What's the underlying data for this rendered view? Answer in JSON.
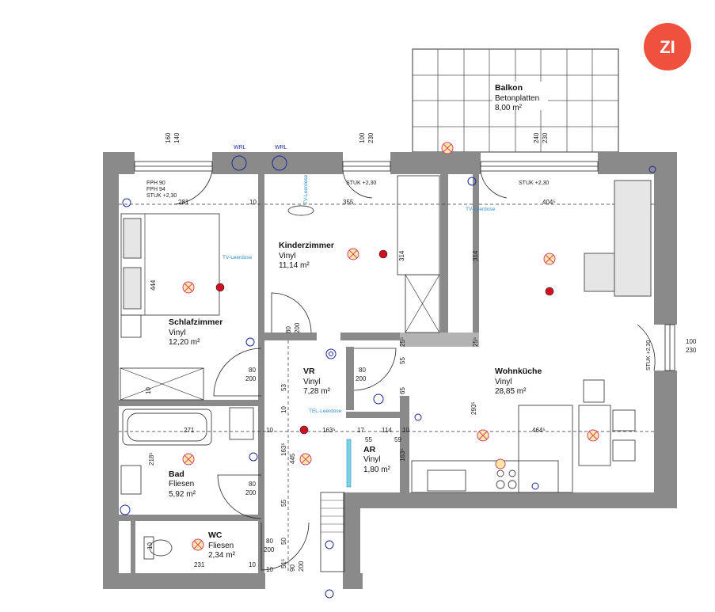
{
  "logo": {
    "text": "ZI",
    "color": "#f0513f"
  },
  "rooms": {
    "balkon": {
      "name": "Balkon",
      "material": "Betonplatten",
      "area": "8,00 m²"
    },
    "kinderzimmer": {
      "name": "Kinderzimmer",
      "material": "Vinyl",
      "area": "11,14 m²"
    },
    "schlafzimmer": {
      "name": "Schlafzimmer",
      "material": "Vinyl",
      "area": "12,20 m²"
    },
    "vr": {
      "name": "VR",
      "material": "Vinyl",
      "area": "7,28 m²"
    },
    "wohnkueche": {
      "name": "Wohnküche",
      "material": "Vinyl",
      "area": "28,85 m²"
    },
    "ar": {
      "name": "AR",
      "material": "Vinyl",
      "area": "1,80 m²"
    },
    "bad": {
      "name": "Bad",
      "material": "Fliesen",
      "area": "5,92 m²"
    },
    "wc": {
      "name": "WC",
      "material": "Fliesen",
      "area": "2,34 m²"
    }
  },
  "annotations": {
    "fph90": "FPH 90",
    "fph94": "FPH 94",
    "stuk_a": "STUK +2,30",
    "stuk_b": "STUK +2,30",
    "stuk_c": "STUK +2,30",
    "stuk_d": "STUK +2,30",
    "wrl_a": "WRL",
    "wrl_b": "WRL",
    "tv_a": "TV-Leerdose",
    "tv_b": "TV-Leerdose",
    "tv_c": "TV-Leerdose",
    "tel": "TEL-Leerdose"
  },
  "dimensions": {
    "d160": "160",
    "d140": "140",
    "d100a": "100",
    "d230a": "230",
    "d240": "240",
    "d230b": "230",
    "d281": "281",
    "d10a": "10",
    "d355": "355",
    "d4045": "404⁵",
    "d314a": "314",
    "d314b": "314",
    "d444": "444",
    "d80a": "80",
    "d200a": "200",
    "d100b": "100",
    "d230c": "230",
    "d255a": "25⁵",
    "d255b": "25⁵",
    "d80b": "80",
    "d200b": "200",
    "d80c": "80",
    "d200c": "200",
    "d53": "53",
    "d55a": "55",
    "d65": "65",
    "d10b": "10",
    "d10c": "10",
    "d1635a": "163⁵",
    "d17": "17",
    "d114": "114",
    "d10d": "10",
    "d2935": "293⁵",
    "d4645": "464⁵",
    "d271": "271",
    "d10e": "10",
    "d2185": "218⁵",
    "d1635b": "163⁵",
    "d445": "445",
    "d55b": "55",
    "d59": "59",
    "d1635c": "163⁵",
    "d80d": "80",
    "d200d": "200",
    "d55c": "55",
    "d80e": "80",
    "d200e": "200",
    "d50": "50",
    "d10f": "10",
    "d515": "51⁵",
    "d10g": "10",
    "d90": "90",
    "d200f": "200",
    "d231": "231",
    "d10h": "10"
  }
}
